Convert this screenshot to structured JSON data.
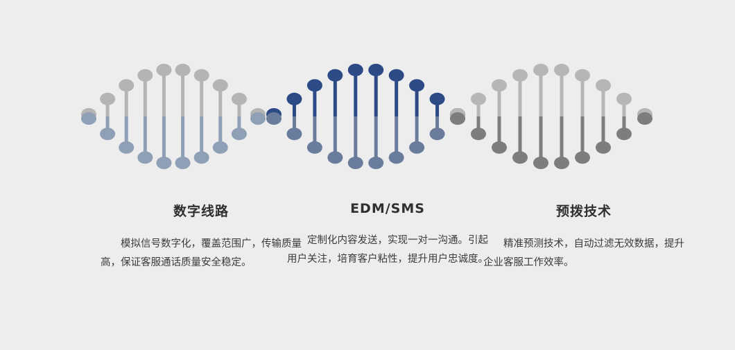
{
  "sections": [
    {
      "title": "数字线路",
      "desc": "模拟信号数字化，覆盖范围广，传输质量高，保证客服通话质量安全稳定。",
      "colors": {
        "top": "#b4b4b4",
        "bottom": "#8e9fb6"
      }
    },
    {
      "title": "EDM/SMS",
      "desc": "定制化内容发送，实现一对一沟通。引起用户关注，培育客户粘性，提升用户忠诚度。",
      "colors": {
        "top": "#2b4a86",
        "bottom": "#6a7c9b"
      }
    },
    {
      "title": "预拨技术",
      "desc": "精准预测技术，自动过滤无效数据，提升企业客服工作效率。",
      "colors": {
        "top": "#b6b6b6",
        "bottom": "#7d7d7d"
      }
    }
  ]
}
